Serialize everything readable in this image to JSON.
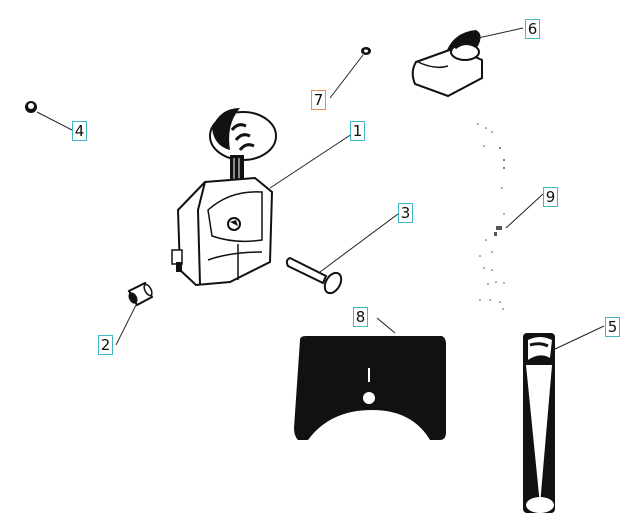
{
  "diagram": {
    "type": "exploded-parts-diagram",
    "colors": {
      "callout_border": "#3fb8c4",
      "callout_highlight_border": "#e98a5e",
      "ink": "#111111",
      "background": "#ffffff"
    },
    "callouts": [
      {
        "id": "1",
        "label": "1",
        "part": "remote-control-lever-housing",
        "highlighted": false
      },
      {
        "id": "2",
        "label": "2",
        "part": "cylindrical-bushing",
        "highlighted": false
      },
      {
        "id": "3",
        "label": "3",
        "part": "bolt-pin",
        "highlighted": false
      },
      {
        "id": "4",
        "label": "4",
        "part": "hex-nut",
        "highlighted": false
      },
      {
        "id": "5",
        "label": "5",
        "part": "tapered-rod",
        "highlighted": false
      },
      {
        "id": "6",
        "label": "6",
        "part": "throttle-knob-cover",
        "highlighted": false
      },
      {
        "id": "7",
        "label": "7",
        "part": "small-washer",
        "highlighted": true
      },
      {
        "id": "8",
        "label": "8",
        "part": "mounting-plate",
        "highlighted": false
      },
      {
        "id": "9",
        "label": "9",
        "part": "cable-faint",
        "highlighted": false
      }
    ]
  }
}
